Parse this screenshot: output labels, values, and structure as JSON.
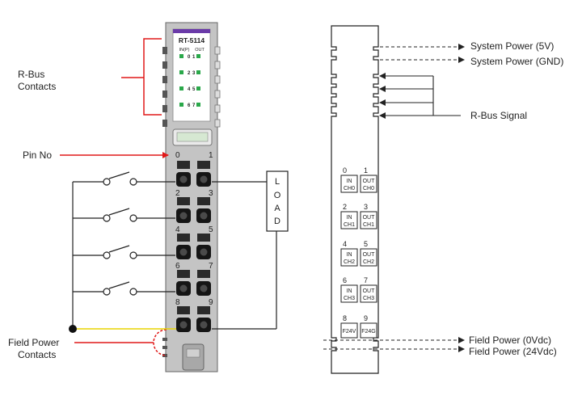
{
  "module": {
    "model": "RT-5114",
    "col_in": "IN(P)",
    "col_out": "OUT",
    "led_rows": [
      [
        "0",
        "1"
      ],
      [
        "2",
        "3"
      ],
      [
        "4",
        "5"
      ],
      [
        "6",
        "7"
      ]
    ],
    "pin_numbers": [
      [
        "0",
        "1"
      ],
      [
        "2",
        "3"
      ],
      [
        "4",
        "5"
      ],
      [
        "6",
        "7"
      ],
      [
        "8",
        "9"
      ]
    ]
  },
  "callouts": {
    "rbus_contacts": [
      "R-Bus",
      "Contacts"
    ],
    "pin_no": "Pin No",
    "field_power_contacts": [
      "Field Power",
      "Contacts"
    ]
  },
  "load": {
    "letters": [
      "L",
      "O",
      "A",
      "D"
    ]
  },
  "schematic": {
    "channels": [
      {
        "pins": [
          "0",
          "1"
        ],
        "in": [
          "IN",
          "CH0"
        ],
        "out": [
          "OUT",
          "CH0"
        ]
      },
      {
        "pins": [
          "2",
          "3"
        ],
        "in": [
          "IN",
          "CH1"
        ],
        "out": [
          "OUT",
          "CH1"
        ]
      },
      {
        "pins": [
          "4",
          "5"
        ],
        "in": [
          "IN",
          "CH2"
        ],
        "out": [
          "OUT",
          "CH2"
        ]
      },
      {
        "pins": [
          "6",
          "7"
        ],
        "in": [
          "IN",
          "CH3"
        ],
        "out": [
          "OUT",
          "CH3"
        ]
      }
    ],
    "power_pins": [
      "8",
      "9"
    ],
    "power_boxes": [
      "F24V",
      "F24G"
    ],
    "labels": {
      "sys_5v": "System Power (5V)",
      "sys_gnd": "System Power (GND)",
      "rbus_signal": "R-Bus Signal",
      "field_0v": "Field Power (0Vdc)",
      "field_24v": "Field Power (24Vdc)"
    }
  },
  "colors": {
    "callout_red": "#e01818",
    "module_gray": "#c4c4c4",
    "led_green": "#2aa84a",
    "stripe_purple": "#6a3aa8",
    "wire_yellow": "#e8d400"
  }
}
